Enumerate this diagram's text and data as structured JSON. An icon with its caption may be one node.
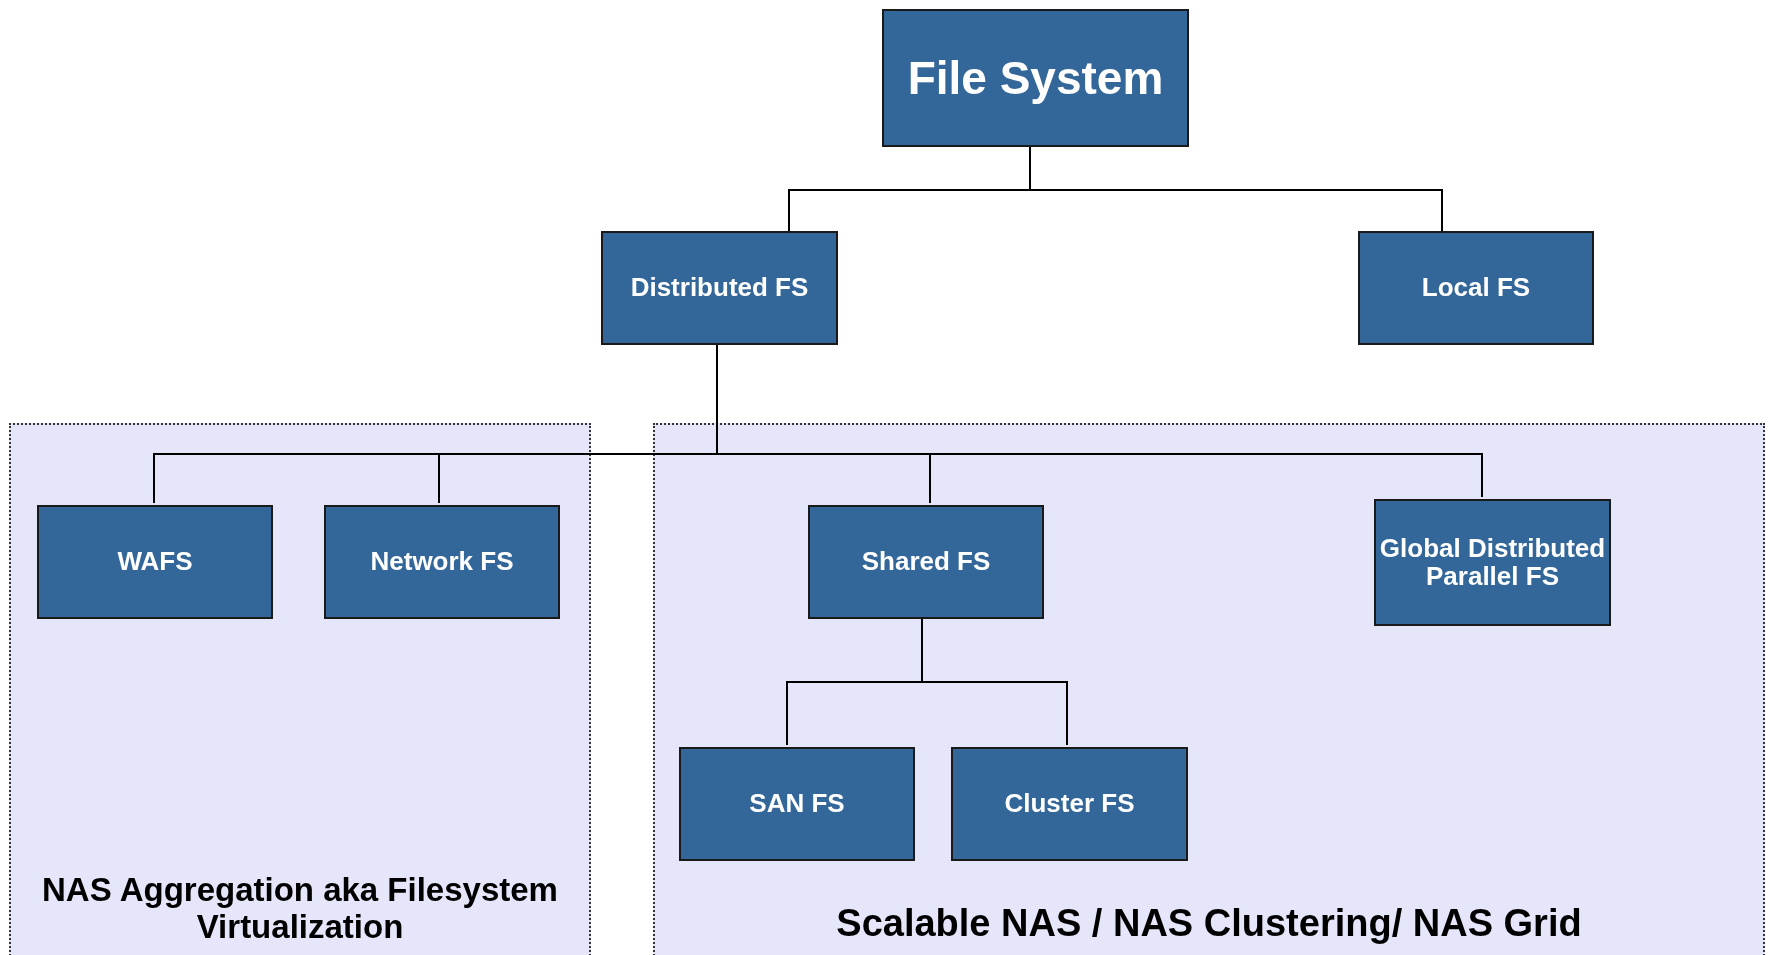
{
  "diagram": {
    "nodes": [
      {
        "text": [
          "File System"
        ]
      },
      {
        "text": [
          "Distributed FS"
        ]
      },
      {
        "text": [
          "Local FS"
        ]
      },
      {
        "text": [
          "NAS Aggregation aka Filesystem Virtualization"
        ]
      },
      {
        "text": [
          "WAFS"
        ],
        "in": 3
      },
      {
        "text": [
          "Network FS"
        ],
        "in": 3
      },
      {
        "text": [
          "Scalable NAS / NAS Clustering/ NAS Grid"
        ]
      },
      {
        "text": [
          "Shared FS"
        ],
        "in": 6
      },
      {
        "text": [
          "Global Distributed Parallel FS"
        ],
        "in": 6
      },
      {
        "text": [
          "SAN FS"
        ],
        "in": 6
      },
      {
        "text": [
          "Cluster FS"
        ],
        "in": 6
      }
    ],
    "edges": [
      {
        "from": 0,
        "to": 1,
        "arrow": "none"
      },
      {
        "from": 0,
        "to": 2,
        "arrow": "none"
      },
      {
        "from": 1,
        "to": 4,
        "arrow": "none"
      },
      {
        "from": 1,
        "to": 5,
        "arrow": "none"
      },
      {
        "from": 1,
        "to": 7,
        "arrow": "none"
      },
      {
        "from": 1,
        "to": 8,
        "arrow": "none"
      },
      {
        "from": 7,
        "to": 9,
        "arrow": "none"
      },
      {
        "from": 7,
        "to": 10,
        "arrow": "none"
      }
    ]
  }
}
